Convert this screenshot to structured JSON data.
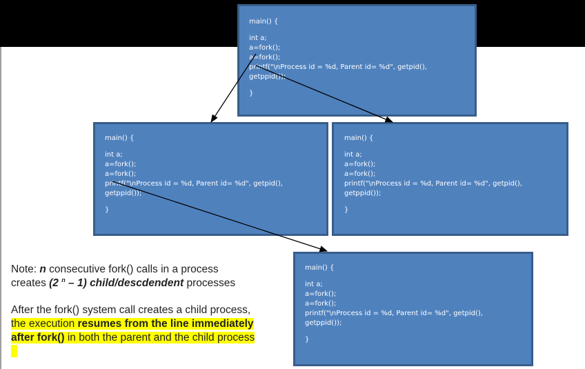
{
  "code_lines": {
    "open": "main() {",
    "decl": "int a;",
    "fork1": "a=fork();",
    "fork2": "a=fork();",
    "printf": "printf(\"\\nProcess id = %d, Parent id= %d\", getpid(),",
    "getppid": "getppid());",
    "close": "}"
  },
  "note": {
    "prefix": "Note:  ",
    "n": "n",
    "line1_rest": " consecutive fork() calls in a process",
    "line2_prefix": "creates  ",
    "formula_open": "(2 ",
    "formula_exp": "n",
    "formula_rest": " – 1)",
    "formula_term": "child/descdendent",
    "line2_suffix": " processes"
  },
  "para": {
    "line1": "After the fork() system call creates a child process,",
    "hl_a": "the execution ",
    "hl_b": "resumes  from the line immediately",
    "hl_c": "after fork()",
    "hl_d": " in both the parent and the child process"
  },
  "colors": {
    "box_fill": "#4f81bd",
    "box_border": "#385d8a",
    "highlight": "#ffff00",
    "top_band": "#000000"
  }
}
